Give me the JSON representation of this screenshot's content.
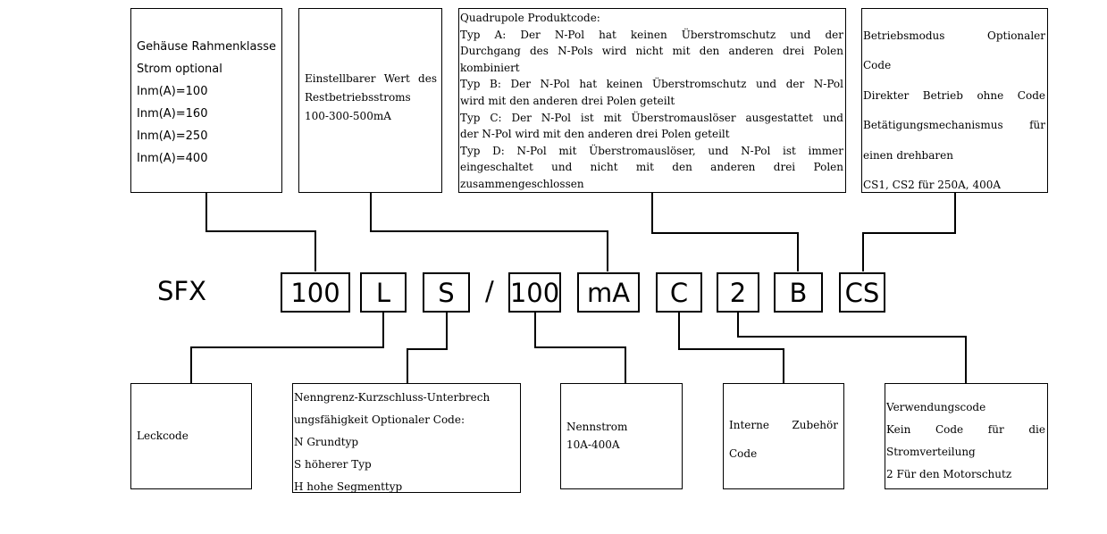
{
  "prefix": "SFX",
  "separator": "/",
  "codes": [
    "100",
    "L",
    "S",
    "100",
    "mA",
    "C",
    "2",
    "B",
    "CS"
  ],
  "boxes": {
    "frame": [
      "Gehäuse Rahmenklasse",
      "Strom optional",
      "Inm(A)=100",
      "Inm(A)=160",
      "Inm(A)=250",
      "Inm(A)=400"
    ],
    "residual": [
      "Einstellbarer Wert des",
      "Restbetriebsstroms",
      "100-300-500mA"
    ],
    "quadrupole": [
      "Quadrupole Produktcode:",
      "Typ A: Der N-Pol hat keinen Überstromschutz und der",
      "Durchgang des N-Pols wird nicht mit den anderen drei Polen",
      "kombiniert",
      "Typ B: Der N-Pol hat keinen Überstromschutz und der N-Pol",
      "wird mit den anderen drei Polen geteilt",
      "Typ C: Der N-Pol ist mit Überstromauslöser ausgestattet und",
      "der N-Pol wird mit den anderen drei Polen geteilt",
      "Typ D: N-Pol mit Überstromauslöser, und N-Pol ist immer",
      "eingeschaltet und nicht mit den anderen drei Polen",
      "zusammengeschlossen"
    ],
    "operation": [
      "Betriebsmodus Optionaler",
      "Code",
      "Direkter Betrieb ohne Code",
      "Betätigungsmechanismus für",
      "einen drehbaren",
      "CS1, CS2 für 250A, 400A"
    ],
    "leak": [
      "Leckcode"
    ],
    "breaking": [
      "Nenngrenz-Kurzschluss-Unterbrech",
      "ungsfähigkeit Optionaler Code:",
      "N Grundtyp",
      "S höherer Typ",
      "H hohe Segmenttyp"
    ],
    "rated": [
      "Nennstrom",
      "10A-400A"
    ],
    "accessory": [
      "Interne Zubehör",
      "Code"
    ],
    "usage": [
      "Verwendungscode",
      "Kein Code für die",
      "Stromverteilung",
      "2 Für den Motorschutz"
    ]
  }
}
